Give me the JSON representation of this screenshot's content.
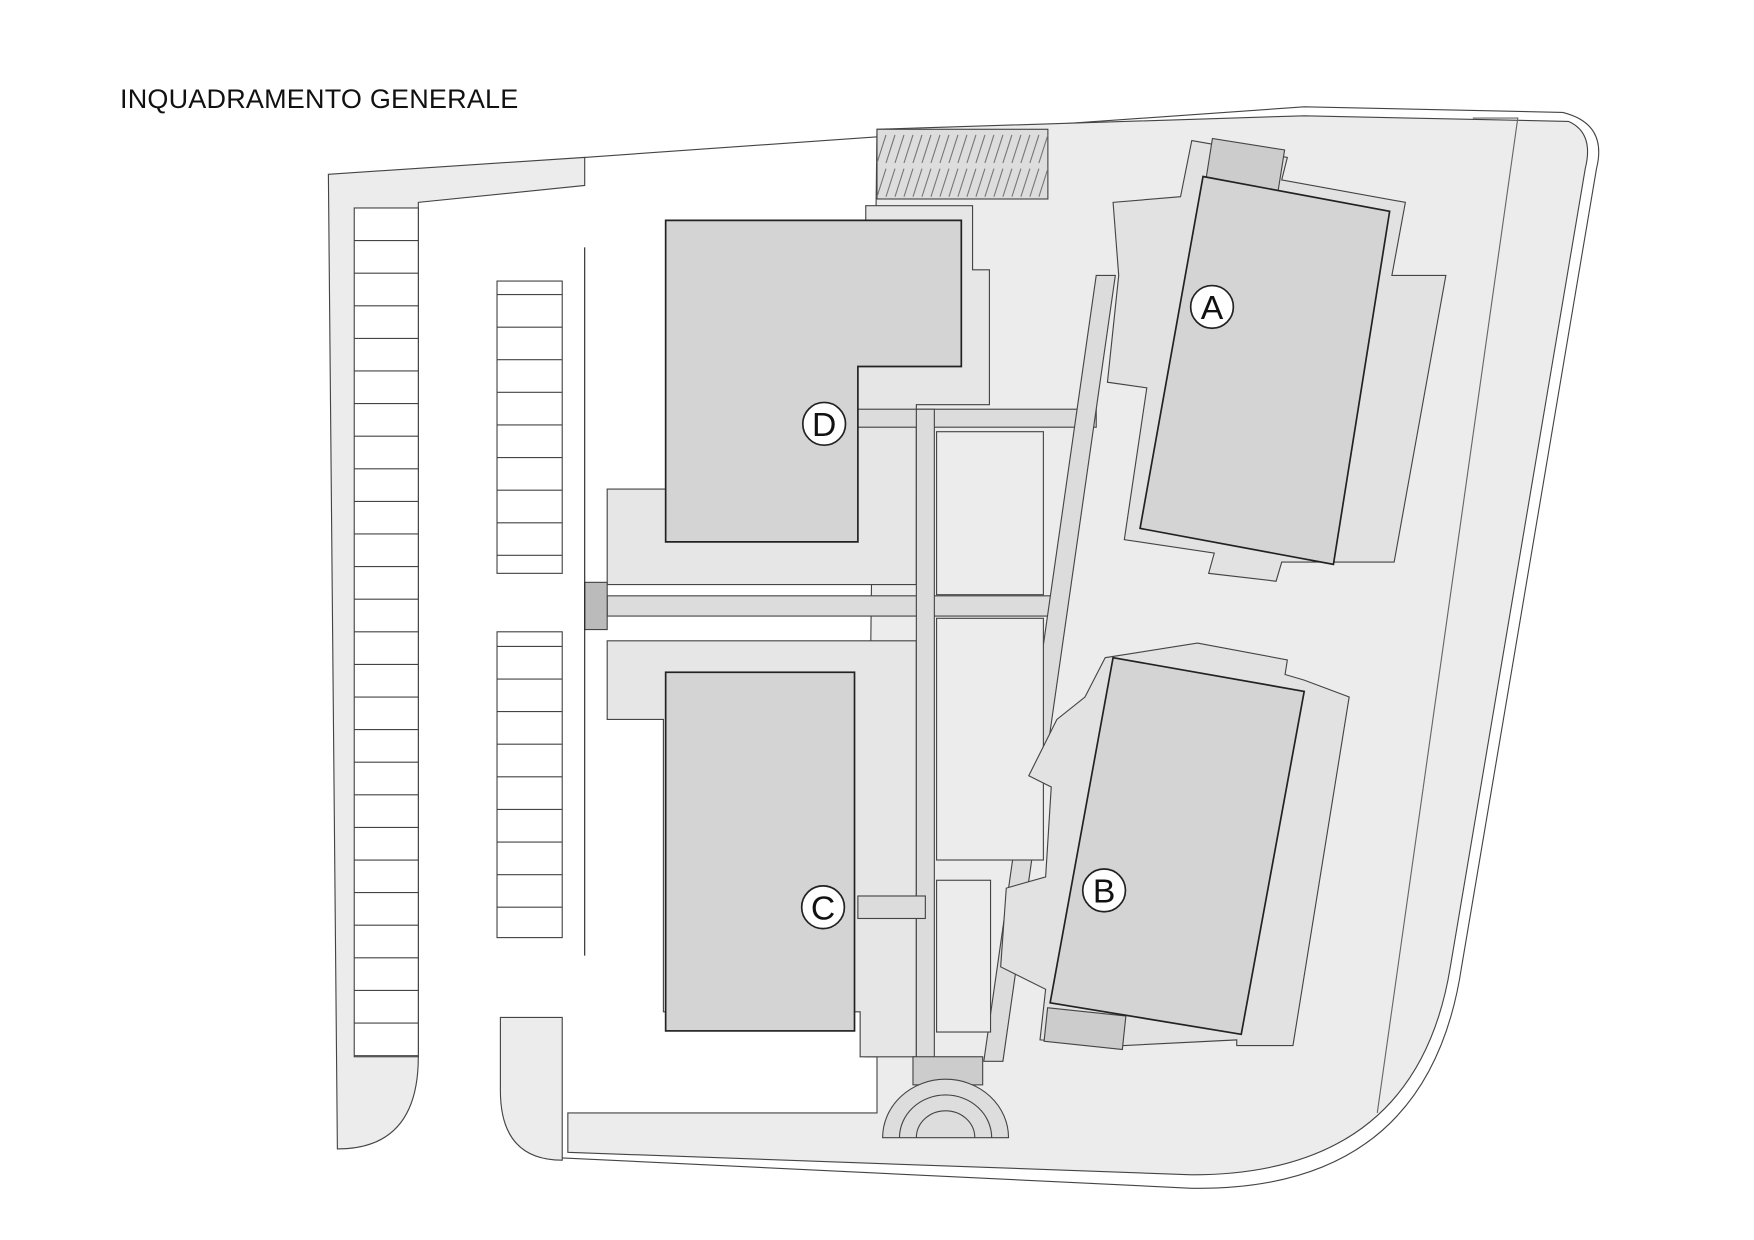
{
  "title": "INQUADRAMENTO GENERALE",
  "buildings": [
    {
      "id": "A",
      "label": "A"
    },
    {
      "id": "B",
      "label": "B"
    },
    {
      "id": "C",
      "label": "C"
    },
    {
      "id": "D",
      "label": "D"
    }
  ],
  "colors": {
    "building": "#d4d4d4",
    "ground": "#ececec",
    "path": "#dcdcdc",
    "line": "#333333"
  }
}
